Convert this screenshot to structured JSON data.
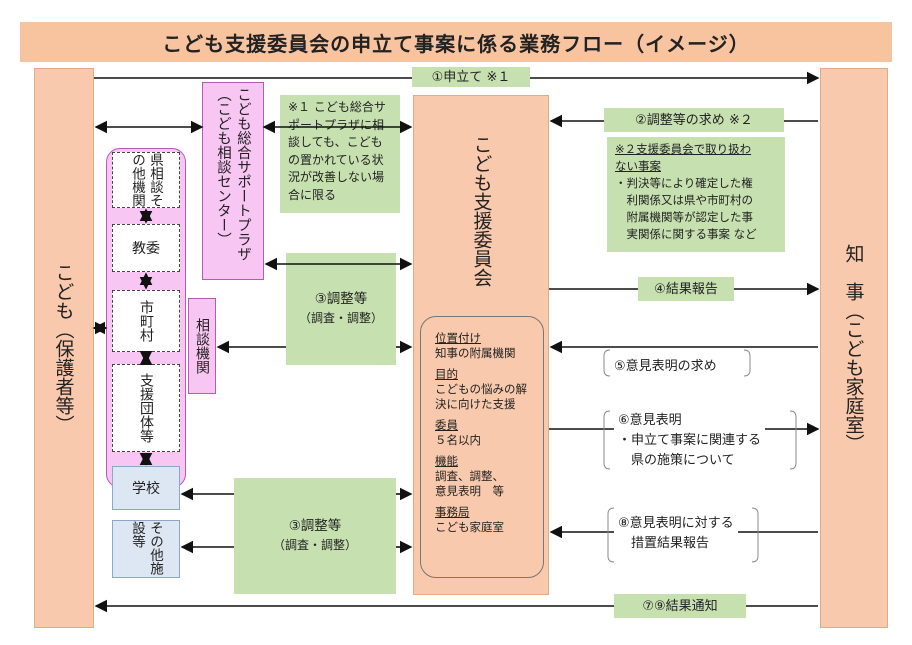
{
  "title": "こども支援委員会の申立て事案に係る業務フロー（イメージ）",
  "left_box": "こども（保護者等）",
  "right_box": "知　事（こども家庭室）",
  "center_box": "こども支援委員会",
  "plaza_box": "こども総合サポートプラザ（こども相談センター）",
  "note1": [
    "※１ こども総合サ",
    "ポートプラザに相",
    "談しても、こども",
    "の置かれている状",
    "況が改善しない場",
    "合に限る"
  ],
  "note2": {
    "heading": [
      "※２支援委員会で取り扱わ",
      "ない事案"
    ],
    "body": [
      "・判決等により確定した権",
      "　利関係又は県や市町村の",
      "　附属機関等が認定した事",
      "　実関係に関する事案 など"
    ]
  },
  "soudan_kikan": "相談機関",
  "agencies": [
    "県相談その他機関",
    "教委",
    "市町村",
    "支援団体等"
  ],
  "school": "学校",
  "other_facility": "その他施設等",
  "flows": {
    "f1": "①申立て ※１",
    "f2": "②調整等の求め ※２",
    "f3_title": "③調整等",
    "f3_sub": "（調査・調整）",
    "f4": "④結果報告",
    "f5": "⑤意見表明の求め",
    "f6": "⑥意見表明",
    "f6_sub": [
      "・申立て事案に関連する",
      "　県の施策について"
    ],
    "f8": [
      "⑧意見表明に対する",
      "　措置結果報告"
    ],
    "f79": "⑦⑨結果通知"
  },
  "committee_info": [
    {
      "h": "位置付け",
      "t": [
        "知事の附属機関"
      ]
    },
    {
      "h": "目的",
      "t": [
        "こどもの悩みの解",
        "決に向けた支援"
      ]
    },
    {
      "h": "委員",
      "t": [
        "５名以内"
      ]
    },
    {
      "h": "機能",
      "t": [
        "調査、調整、",
        "意見表明　等"
      ]
    },
    {
      "h": "事務局",
      "t": [
        "こども家庭室"
      ]
    }
  ]
}
